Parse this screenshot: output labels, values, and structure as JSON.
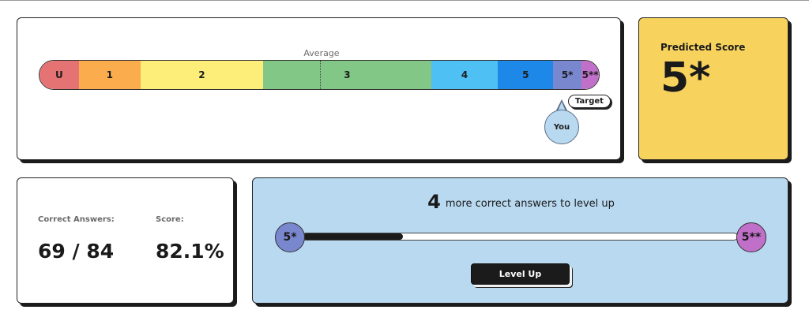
{
  "grade_scale": {
    "average_label": "Average",
    "segments": [
      {
        "label": "U",
        "color": "#e67373",
        "weight": 50
      },
      {
        "label": "1",
        "color": "#fbad4d",
        "weight": 78
      },
      {
        "label": "2",
        "color": "#fdee7a",
        "weight": 156
      },
      {
        "label": "3",
        "color": "#82c785",
        "weight": 213
      },
      {
        "label": "4",
        "color": "#4fc0f3",
        "weight": 85
      },
      {
        "label": "5",
        "color": "#1e88e8",
        "weight": 70
      },
      {
        "label": "5*",
        "color": "#7987cf",
        "weight": 36
      },
      {
        "label": "5**",
        "color": "#c070c9",
        "weight": 22
      }
    ],
    "you_label": "You",
    "target_label": "Target"
  },
  "predicted": {
    "title": "Predicted Score",
    "value": "5*"
  },
  "stats": {
    "correct_label": "Correct Answers:",
    "correct_value": "69 / 84",
    "score_label": "Score:",
    "score_value": "82.1%"
  },
  "level_up": {
    "count": "4",
    "text": "more correct answers to level up",
    "progress_fraction": 0.23,
    "from_label": "5*",
    "from_color": "#7987cf",
    "to_label": "5**",
    "to_color": "#c070c9",
    "button_label": "Level Up"
  }
}
